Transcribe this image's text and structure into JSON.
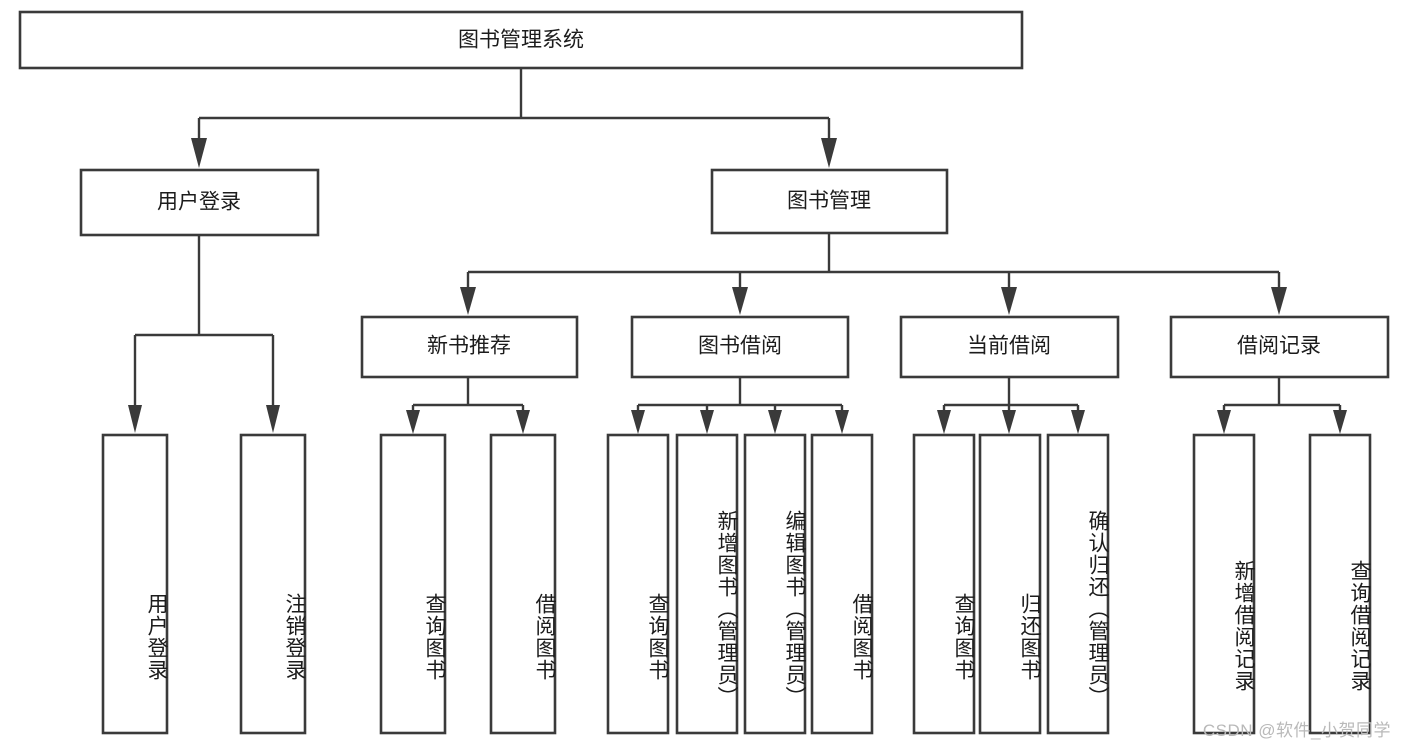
{
  "diagram": {
    "title": "图书管理系统",
    "type": "hierarchy-tree",
    "root": {
      "label": "图书管理系统",
      "orientation": "horizontal"
    },
    "level1": [
      {
        "label": "用户登录",
        "orientation": "horizontal"
      },
      {
        "label": "图书管理",
        "orientation": "horizontal"
      }
    ],
    "level2": [
      {
        "label": "新书推荐",
        "orientation": "horizontal",
        "parent": "图书管理"
      },
      {
        "label": "图书借阅",
        "orientation": "horizontal",
        "parent": "图书管理"
      },
      {
        "label": "当前借阅",
        "orientation": "horizontal",
        "parent": "图书管理"
      },
      {
        "label": "借阅记录",
        "orientation": "horizontal",
        "parent": "图书管理"
      }
    ],
    "leaves": {
      "user_login": [
        {
          "label": "用户登录",
          "orientation": "vertical"
        },
        {
          "label": "注销登录",
          "orientation": "vertical"
        }
      ],
      "new_book_recommend": [
        {
          "label": "查询图书",
          "orientation": "vertical"
        },
        {
          "label": "借阅图书",
          "orientation": "vertical"
        }
      ],
      "book_borrow": [
        {
          "label": "查询图书",
          "orientation": "vertical"
        },
        {
          "label": "新增图书（管理员）",
          "orientation": "vertical"
        },
        {
          "label": "编辑图书（管理员）",
          "orientation": "vertical"
        },
        {
          "label": "借阅图书",
          "orientation": "vertical"
        }
      ],
      "current_borrow": [
        {
          "label": "查询图书",
          "orientation": "vertical"
        },
        {
          "label": "归还图书",
          "orientation": "vertical"
        },
        {
          "label": "确认归还（管理员）",
          "orientation": "vertical"
        }
      ],
      "borrow_record": [
        {
          "label": "新增借阅记录",
          "orientation": "vertical"
        },
        {
          "label": "查询借阅记录",
          "orientation": "vertical"
        }
      ]
    }
  },
  "watermark": {
    "text": "CSDN @软件_小贺同学"
  },
  "colors": {
    "box_border": "#3a3a3a",
    "box_fill": "#ffffff",
    "text": "#1c1c1c",
    "connector": "#3a3a3a",
    "watermark": "#b9b9b9",
    "background": "#ffffff"
  }
}
